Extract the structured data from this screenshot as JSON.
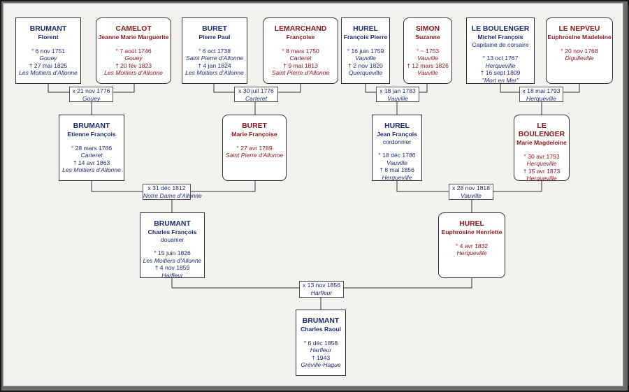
{
  "persons": [
    {
      "id": "p1",
      "sex": "m",
      "surname": "BRUMANT",
      "given": "Florent",
      "lines": [
        {
          "t": "° 6 nov 1751"
        },
        {
          "t": "Gouey",
          "i": true
        },
        {
          "t": "† 27 mai 1825"
        },
        {
          "t": "Les Moitiers d'Allonne",
          "i": true
        }
      ]
    },
    {
      "id": "p2",
      "sex": "f",
      "surname": "CAMELOT",
      "given": "Jeanne Marie Marguerite",
      "lines": [
        {
          "t": "° 7 août 1746"
        },
        {
          "t": "Gouey",
          "i": true
        },
        {
          "t": "† 20 fév 1823"
        },
        {
          "t": "Les Moitiers d'Allonne",
          "i": true
        }
      ]
    },
    {
      "id": "p3",
      "sex": "m",
      "surname": "BURET",
      "given": "Pierre Paul",
      "lines": [
        {
          "t": "° 6 oct 1738"
        },
        {
          "t": "Saint Pierre d'Allonne",
          "i": true
        },
        {
          "t": "† 4 jan 1824"
        },
        {
          "t": "Les Moitiers d'Allonne",
          "i": true
        }
      ]
    },
    {
      "id": "p4",
      "sex": "f",
      "surname": "LEMARCHAND",
      "given": "Françoise",
      "lines": [
        {
          "t": "° 8 mars 1750"
        },
        {
          "t": "Carteret",
          "i": true
        },
        {
          "t": "† 9 mai 1813"
        },
        {
          "t": "Saint Pierre d'Allonne",
          "i": true
        }
      ]
    },
    {
      "id": "p5",
      "sex": "m",
      "surname": "HUREL",
      "given": "François Pierre",
      "lines": [
        {
          "t": "° 16 juin 1759"
        },
        {
          "t": "Vauville",
          "i": true
        },
        {
          "t": "† 2 nov 1820"
        },
        {
          "t": "Querqueville",
          "i": true
        }
      ]
    },
    {
      "id": "p6",
      "sex": "f",
      "surname": "SIMON",
      "given": "Suzanne",
      "lines": [
        {
          "t": "° ~ 1753"
        },
        {
          "t": "Vauville",
          "i": true
        },
        {
          "t": "† 12 mars 1826"
        },
        {
          "t": "Vauville",
          "i": true
        }
      ]
    },
    {
      "id": "p7",
      "sex": "m",
      "surname": "LE BOULENGER",
      "given": "Michel François",
      "note": "Capitaine de corsaire",
      "lines": [
        {
          "t": "° 13 oct 1767"
        },
        {
          "t": "Herqueville",
          "i": true
        },
        {
          "t": "† 16 sept 1809"
        },
        {
          "t": "\"Mort en Mer\"",
          "i": true
        }
      ]
    },
    {
      "id": "p8",
      "sex": "f",
      "surname": "LE NEPVEU",
      "given": "Euphrosine Madeleine",
      "lines": [
        {
          "t": "° 20 nov 1768"
        },
        {
          "t": "Digulleville",
          "i": true
        }
      ]
    },
    {
      "id": "p9",
      "sex": "m",
      "surname": "BRUMANT",
      "given": "Etienne François",
      "lines": [
        {
          "t": "° 28 mars 1786"
        },
        {
          "t": "Carteret",
          "i": true
        },
        {
          "t": "† 14 avr 1863"
        },
        {
          "t": "Les Moitiers d'Allonne",
          "i": true
        }
      ]
    },
    {
      "id": "p10",
      "sex": "f",
      "surname": "BURET",
      "given": "Marie Françoise",
      "lines": [
        {
          "t": "° 27 avr 1789"
        },
        {
          "t": "Saint Pierre d'Allonne",
          "i": true
        }
      ]
    },
    {
      "id": "p11",
      "sex": "m",
      "surname": "HUREL",
      "given": "Jean François",
      "note": "cordonnier",
      "lines": [
        {
          "t": "° 18 déc 1786"
        },
        {
          "t": "Vauville",
          "i": true
        },
        {
          "t": "† 8 mai 1856"
        },
        {
          "t": "Herqueville",
          "i": true
        }
      ]
    },
    {
      "id": "p12",
      "sex": "f",
      "surname": "LE BOULENGER",
      "given": "Marie Magdeleine",
      "lines": [
        {
          "t": "° 30 avr 1793"
        },
        {
          "t": "Herqueville",
          "i": true
        },
        {
          "t": "† 15 avr 1873"
        },
        {
          "t": "Herqueville",
          "i": true
        }
      ]
    },
    {
      "id": "p13",
      "sex": "m",
      "surname": "BRUMANT",
      "given": "Charles François",
      "note": "douanier",
      "lines": [
        {
          "t": "° 15 juin 1826"
        },
        {
          "t": "Les Moitiers d'Allonne",
          "i": true
        },
        {
          "t": "† 4 nov 1859"
        },
        {
          "t": "Harfleur",
          "i": true
        }
      ]
    },
    {
      "id": "p14",
      "sex": "f",
      "surname": "HUREL",
      "given": "Euphrosine Henriette",
      "lines": [
        {
          "t": "° 4 avr 1832"
        },
        {
          "t": "Herqueville",
          "i": true
        }
      ]
    },
    {
      "id": "p15",
      "sex": "m",
      "surname": "BRUMANT",
      "given": "Charles Raoul",
      "lines": [
        {
          "t": "° 6 déc 1858"
        },
        {
          "t": "Harfleur",
          "i": true
        },
        {
          "t": "† 1943"
        },
        {
          "t": "Gréville-Hague",
          "i": true
        }
      ]
    }
  ],
  "marriages": [
    {
      "id": "m1",
      "date": "x 21 nov 1776",
      "place": "Gouey"
    },
    {
      "id": "m2",
      "date": "x 30 juil 1776",
      "place": "Carteret"
    },
    {
      "id": "m3",
      "date": "x 18 jan 1783",
      "place": "Vauville"
    },
    {
      "id": "m4",
      "date": "x 18 mai 1793",
      "place": "Herqueville"
    },
    {
      "id": "m5",
      "date": "x 31 déc 1812",
      "place": "Notre Dame d'Allonne"
    },
    {
      "id": "m6",
      "date": "x 28 nov 1818",
      "place": "Vauville"
    },
    {
      "id": "m7",
      "date": "x 13 nov 1856",
      "place": "Harfleur"
    }
  ]
}
